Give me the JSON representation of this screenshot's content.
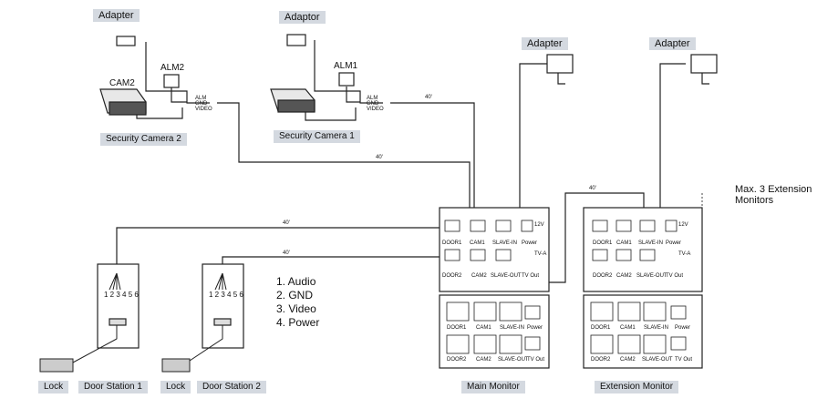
{
  "adapters": {
    "cam2": "Adapter",
    "cam1": "Adaptor",
    "main": "Adapter",
    "ext": "Adapter"
  },
  "cameras": {
    "cam2_tag": "CAM2",
    "cam2_caption": "Security Camera 2",
    "cam1_caption": "Security Camera 1",
    "alm2": "ALM2",
    "alm1": "ALM1",
    "pin_labels": [
      "ALM",
      "GND",
      "VIDEO"
    ]
  },
  "cable_length": "40'",
  "door_stations": {
    "lock": "Lock",
    "station1": "Door Station 1",
    "station2": "Door Station 2",
    "pins": "1 2 3 4 5 6"
  },
  "legend": [
    "1. Audio",
    "2. GND",
    "3. Video",
    "4. Power"
  ],
  "monitors": {
    "main_caption": "Main Monitor",
    "ext_caption": "Extension Monitor",
    "ports": {
      "door1": "DOOR1",
      "door2": "DOOR2",
      "cam1": "CAM1",
      "cam2": "CAM2",
      "slave_in": "SLAVE-IN",
      "slave_out": "SLAVE-OUT",
      "power": "Power",
      "tv_out": "TV Out",
      "v12": "12V",
      "tv_a": "TV-A"
    }
  },
  "extension_note": "Max. 3 Extension Monitors"
}
